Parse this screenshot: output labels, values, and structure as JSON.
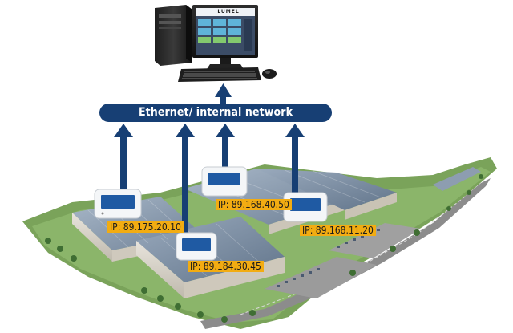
{
  "network": {
    "label": "Ethernet/ internal network"
  },
  "workstation": {
    "brand": "LUMEL"
  },
  "meters": [
    {
      "ip": "IP: 89.175.20.10"
    },
    {
      "ip": "IP: 89.184.30.45"
    },
    {
      "ip": "IP: 89.168.40.50"
    },
    {
      "ip": "IP: 89.168.11.20"
    }
  ],
  "colors": {
    "network_bus": "#173f74",
    "ip_label_bg": "#f2ac12",
    "meter_screen": "#1f5aa3"
  }
}
